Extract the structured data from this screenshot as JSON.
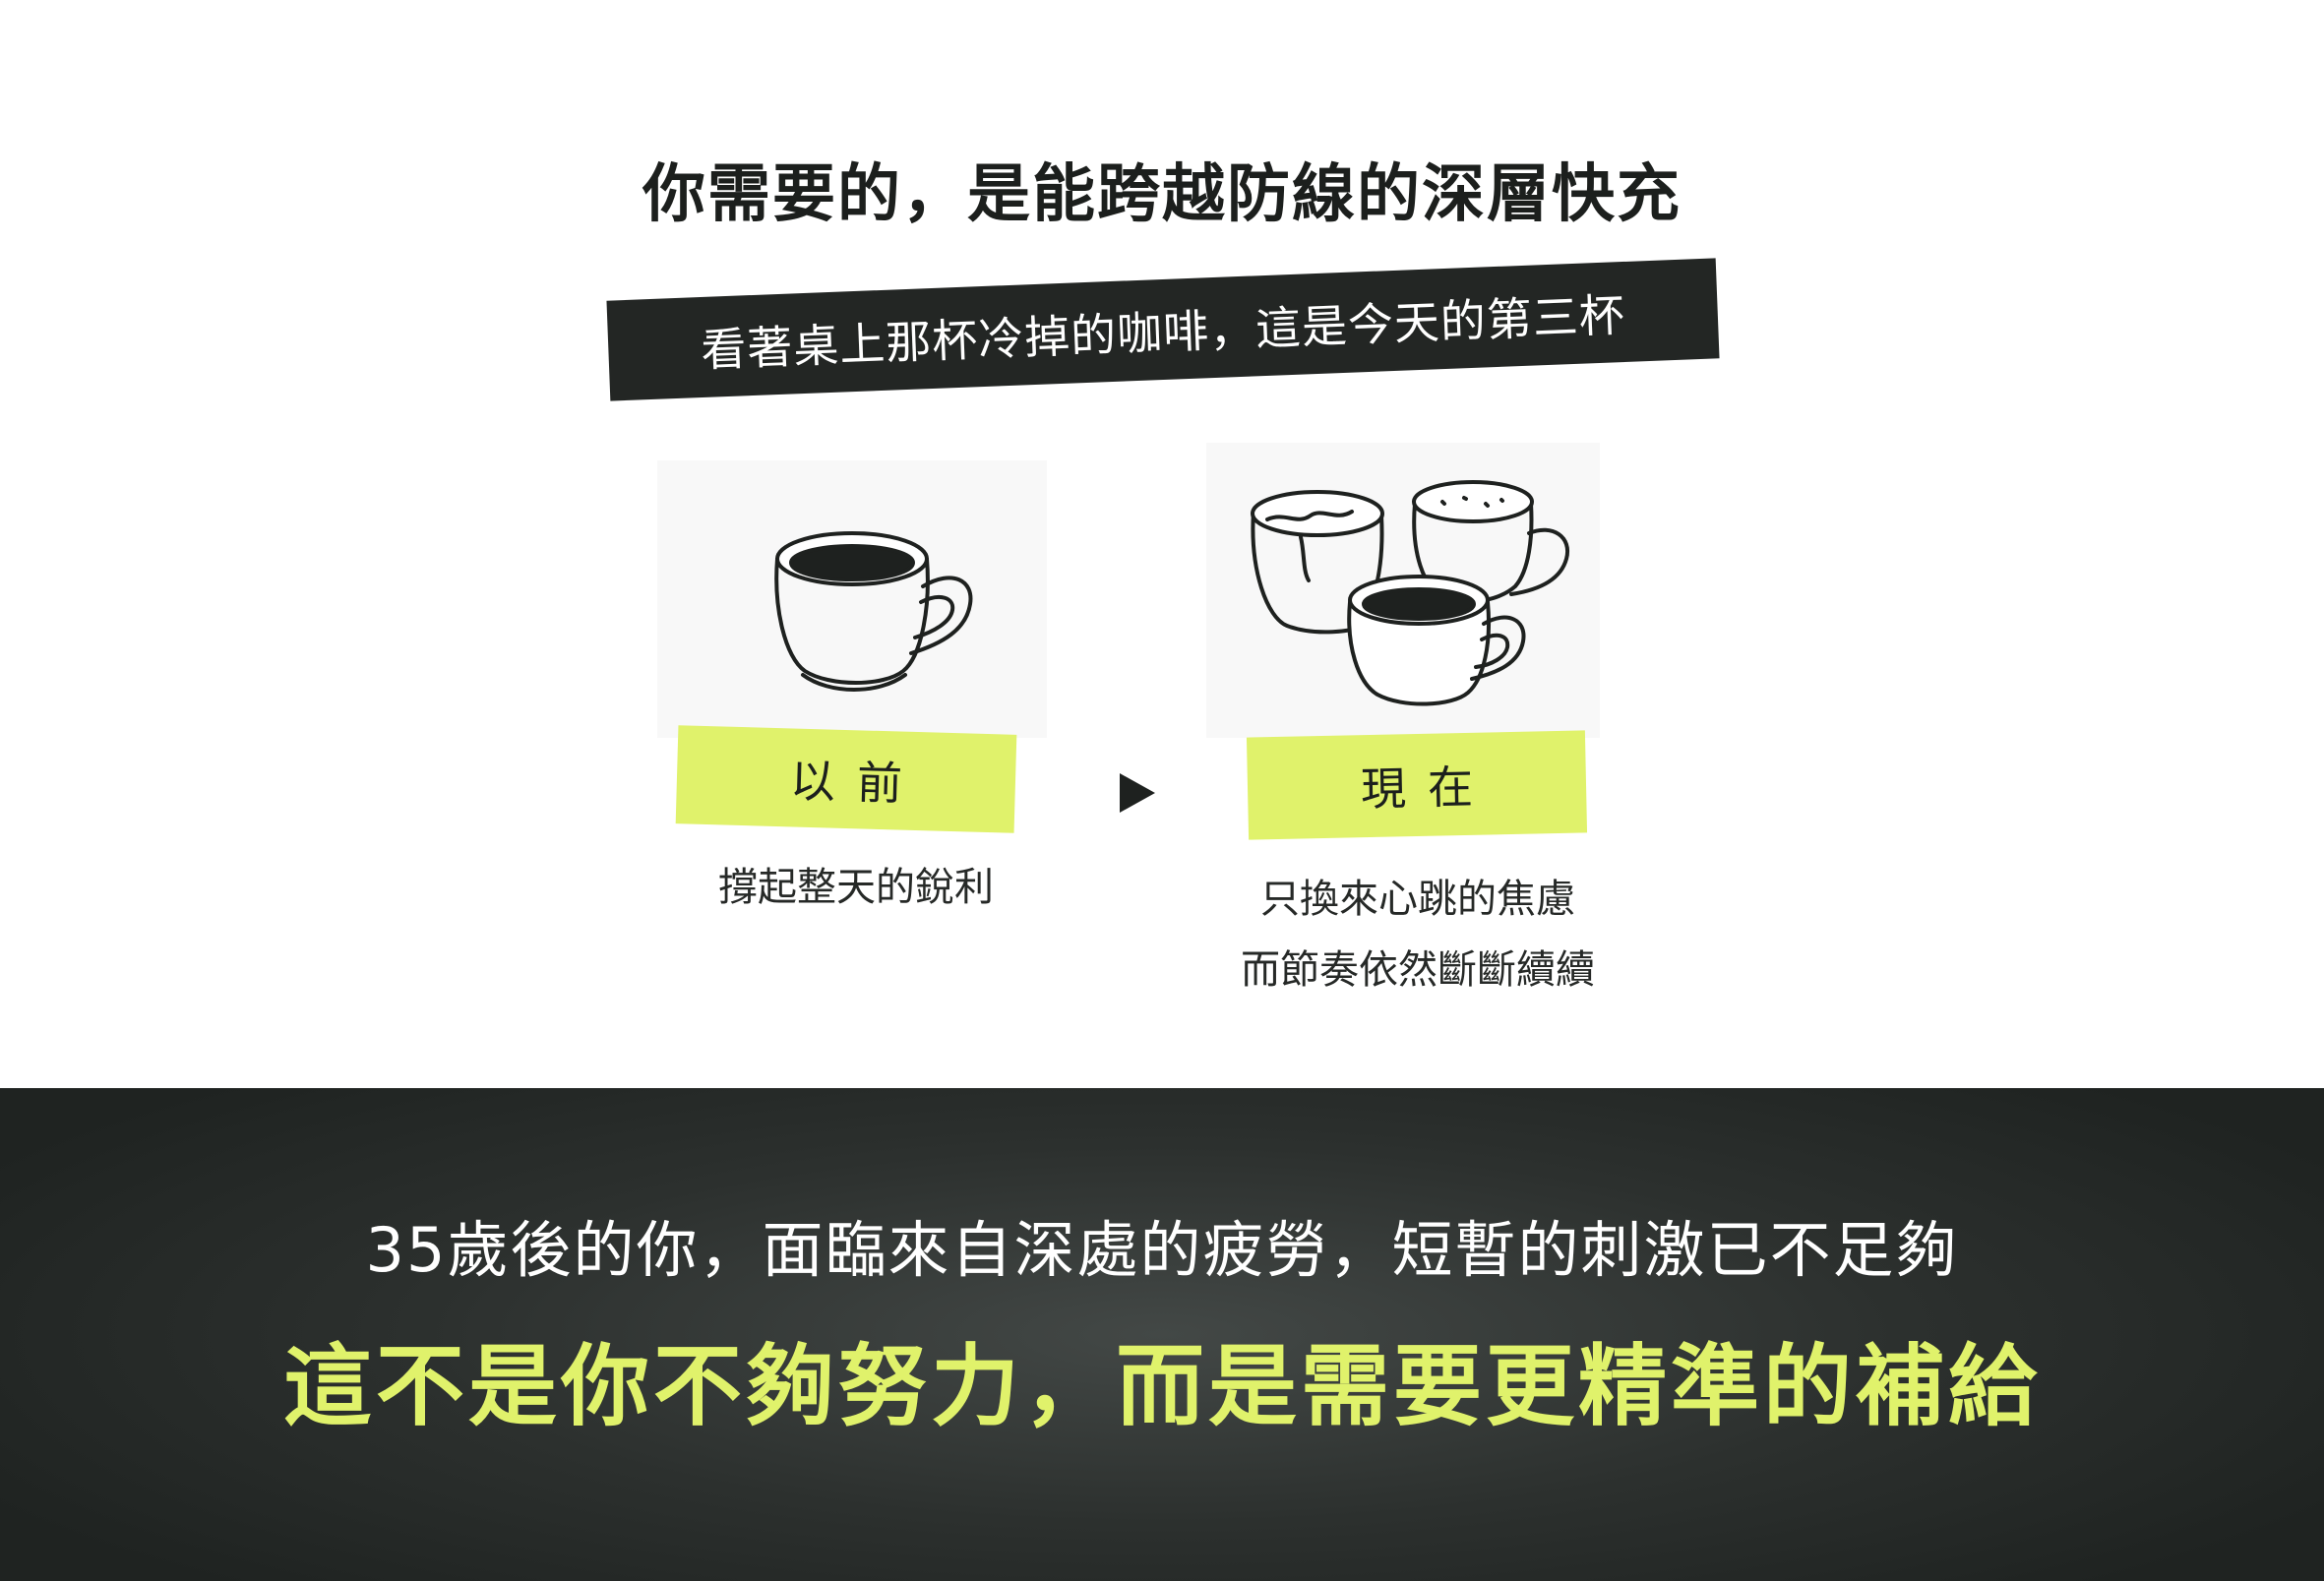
{
  "headline": "你需要的，是能跨越防線的深層快充",
  "banner": "看著桌上那杯冷掉的咖啡，這是今天的第三杯",
  "comparison": {
    "before": {
      "label": "以前",
      "caption": "撐起整天的銳利",
      "icon": "single-coffee-cup-icon"
    },
    "now": {
      "label": "現在",
      "caption_lines": [
        "只換來心跳的焦慮",
        "而節奏依然斷斷續續"
      ],
      "icon": "three-coffee-cups-icon"
    },
    "arrow_icon": "triangle-right-icon"
  },
  "bottom": {
    "line1": "35歲後的你，面臨來自深處的疲勞，短暫的刺激已不足夠",
    "line2": "這不是你不夠努力，而是需要更精準的補給"
  },
  "colors": {
    "accent_lime": "#e0f26b",
    "dark_band": "#2c302e",
    "ink": "#1c1f1d"
  }
}
